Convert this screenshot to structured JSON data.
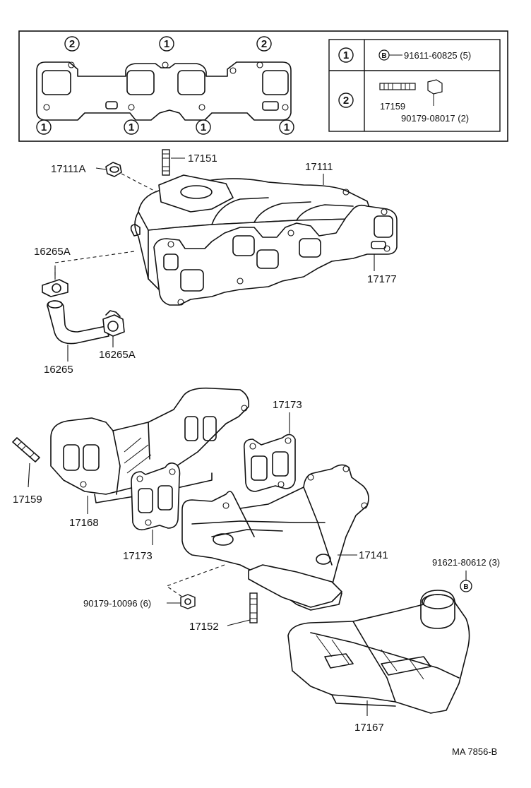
{
  "legend": {
    "row1_marker": "1",
    "row1_b_marker": "B",
    "row1_part": "91611-60825 (5)",
    "row2_marker": "2",
    "row2_stud": "17159",
    "row2_nut": "90179-08017 (2)"
  },
  "gasket_markers": {
    "top_left": "2",
    "top_mid": "1",
    "top_right": "2",
    "bot_1": "1",
    "bot_2": "1",
    "bot_3": "1",
    "bot_4": "1"
  },
  "parts": {
    "p17111A": "17111A",
    "p17151": "17151",
    "p17111": "17111",
    "p16265A_top": "16265A",
    "p17177": "17177",
    "p16265A_bot": "16265A",
    "p16265": "16265",
    "p17173_top": "17173",
    "p17159": "17159",
    "p17168": "17168",
    "p17173_bot": "17173",
    "p17141": "17141",
    "p91621": "91621-80612 (3)",
    "b_marker": "B",
    "p90179": "90179-10096 (6)",
    "p17152": "17152",
    "p17167": "17167"
  },
  "footer": {
    "code": "MA  7856-B"
  }
}
